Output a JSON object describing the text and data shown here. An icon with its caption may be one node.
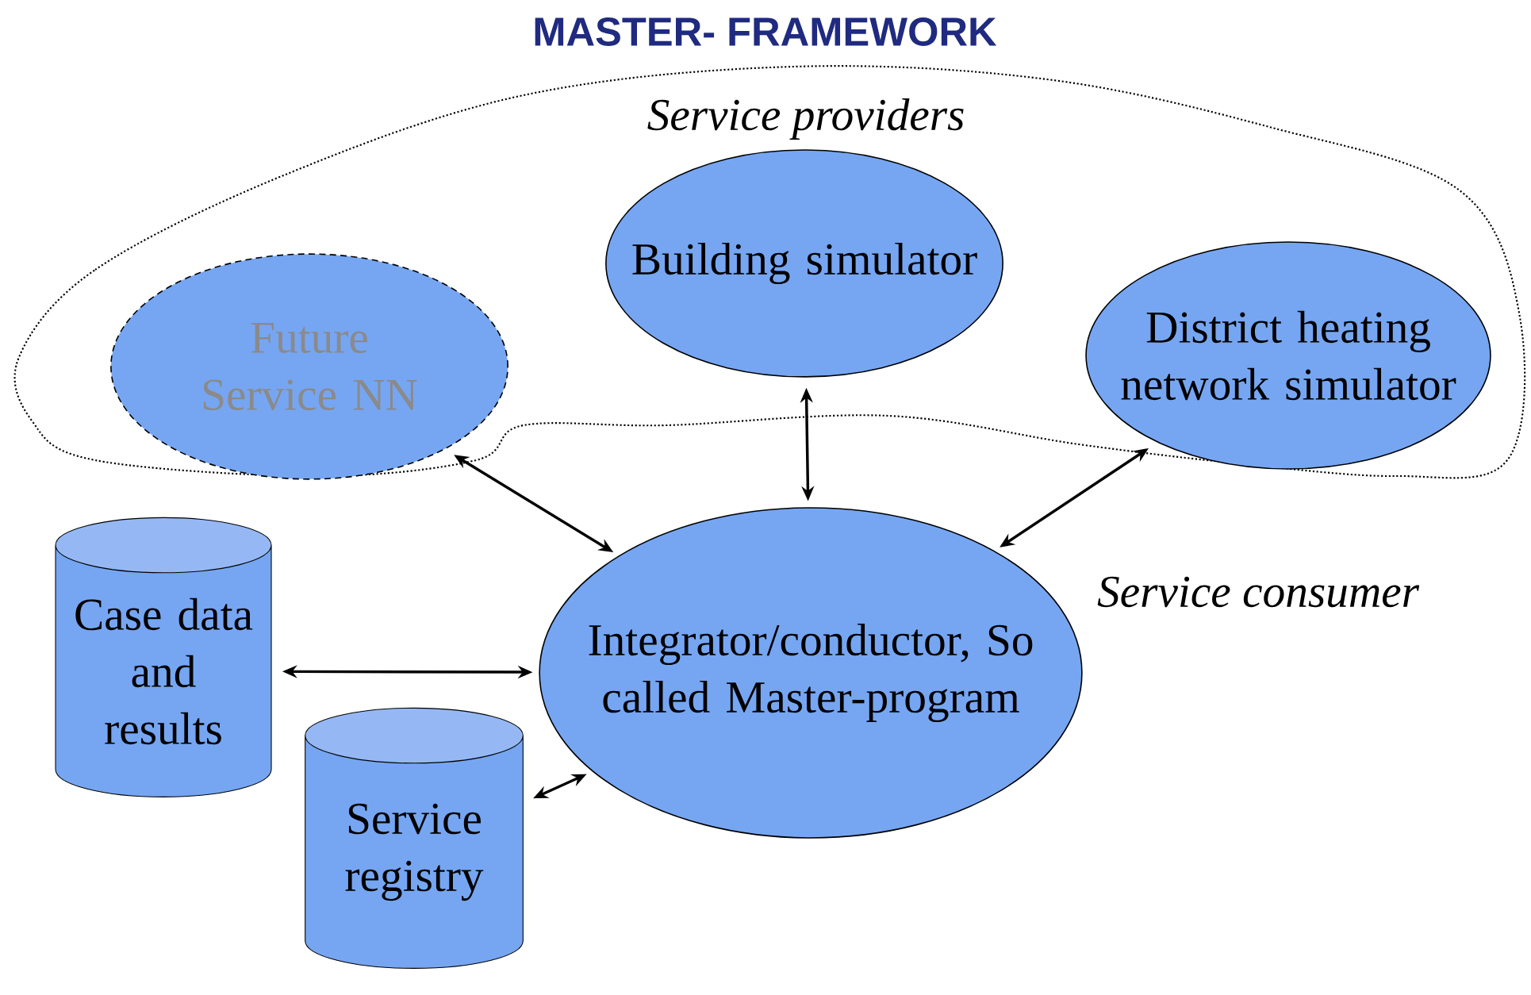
{
  "diagram": {
    "title": "MASTER- FRAMEWORK",
    "nodes": [
      {
        "text": [
          "Service providers"
        ]
      },
      {
        "text": [
          "Future Service NN"
        ],
        "in": 0
      },
      {
        "text": [
          "Building simulator"
        ],
        "in": 0
      },
      {
        "text": [
          "District heating network simulator"
        ],
        "in": 0
      },
      {
        "text": [
          "Integrator/conductor, So called Master-program"
        ]
      },
      {
        "text": [
          "Case data and results"
        ]
      },
      {
        "text": [
          "Service registry"
        ]
      }
    ],
    "edges": [
      {
        "from": 1,
        "to": 4,
        "arrow": "both"
      },
      {
        "from": 2,
        "to": 4,
        "arrow": "both"
      },
      {
        "from": 3,
        "to": 4,
        "arrow": "both"
      },
      {
        "from": 5,
        "to": 4,
        "arrow": "both"
      },
      {
        "from": 6,
        "to": 4,
        "arrow": "both"
      }
    ],
    "labels": [
      "Service consumer"
    ]
  }
}
